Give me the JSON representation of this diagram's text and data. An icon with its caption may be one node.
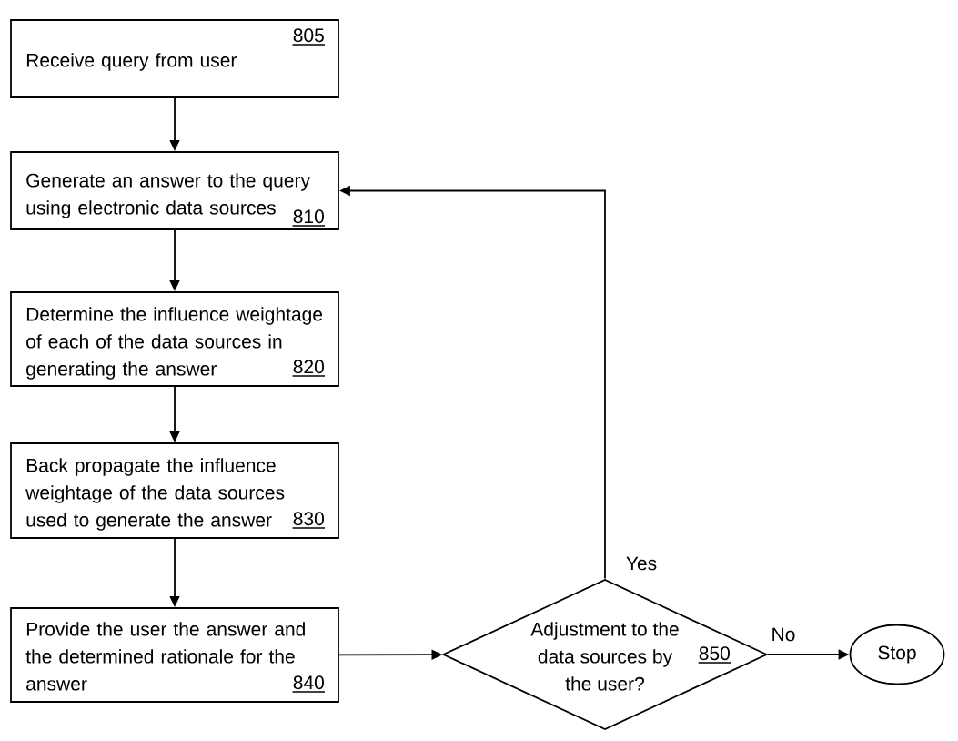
{
  "diagram": {
    "nodes": [
      {
        "text": [
          "Receive query from user",
          "805"
        ]
      },
      {
        "text": [
          "Generate an answer to the query using electronic data sources",
          "810"
        ]
      },
      {
        "text": [
          "Determine the influence weightage of each of the data sources in generating the answer",
          "820"
        ]
      },
      {
        "text": [
          "Back propagate the influence weightage of the data sources used to generate the answer",
          "830"
        ]
      },
      {
        "text": [
          "Provide the user the answer and the determined rationale for the answer",
          "840"
        ]
      },
      {
        "text": [
          "Adjustment to the data sources by the user?",
          "850"
        ]
      },
      {
        "text": [
          "Stop"
        ]
      }
    ],
    "edges": [
      {
        "from": 0,
        "to": 1,
        "arrow": "to"
      },
      {
        "from": 1,
        "to": 2,
        "arrow": "to"
      },
      {
        "from": 2,
        "to": 3,
        "arrow": "to"
      },
      {
        "from": 3,
        "to": 4,
        "arrow": "to"
      },
      {
        "from": 4,
        "to": 5,
        "arrow": "to"
      },
      {
        "from": 5,
        "to": 1,
        "arrow": "to",
        "label": "Yes"
      },
      {
        "from": 5,
        "to": 6,
        "arrow": "to",
        "label": "No"
      }
    ]
  }
}
